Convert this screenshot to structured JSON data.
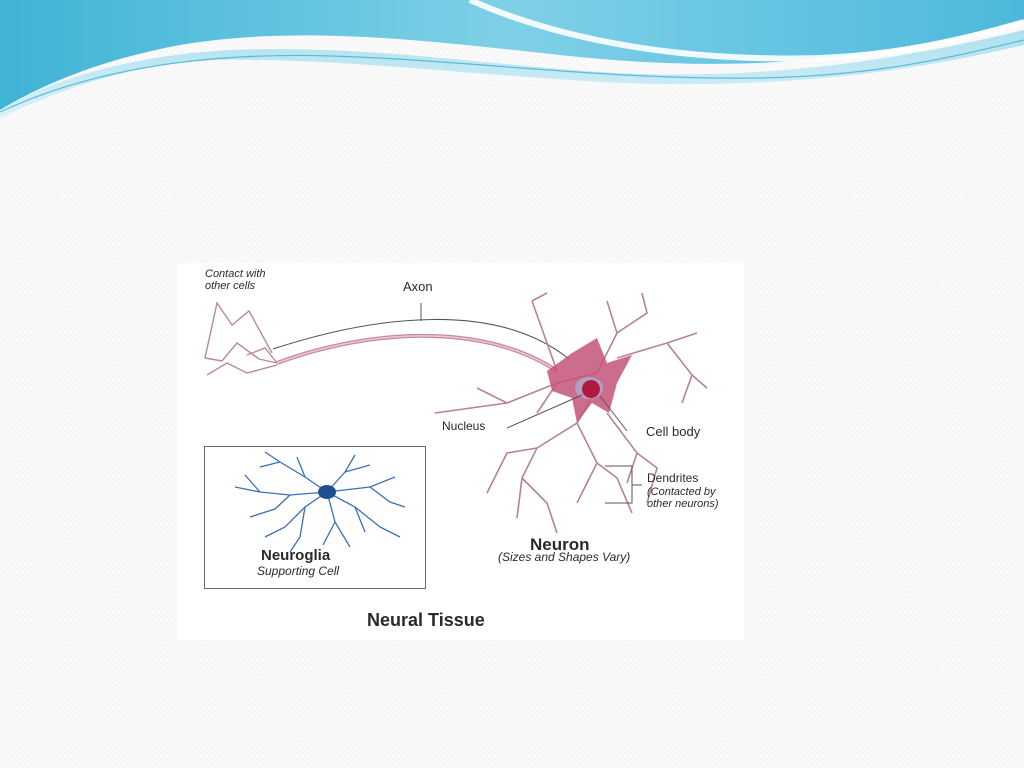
{
  "figure": {
    "title": "Neural Tissue",
    "labels": {
      "contact_line1": "Contact with",
      "contact_line2": "other cells",
      "axon": "Axon",
      "nucleus": "Nucleus",
      "cell_body": "Cell body",
      "dendrites": "Dendrites",
      "dendrites_note1": "(Contacted by",
      "dendrites_note2": "other neurons)",
      "neuron": "Neuron",
      "neuron_note": "(Sizes and Shapes Vary)",
      "neuroglia": "Neuroglia",
      "neuroglia_note": "Supporting Cell"
    }
  },
  "colors": {
    "header_wave": "#5ec3dc",
    "neuron_body": "#c4537a",
    "nucleus": "#b0183f",
    "glia": "#3b6fb8"
  }
}
